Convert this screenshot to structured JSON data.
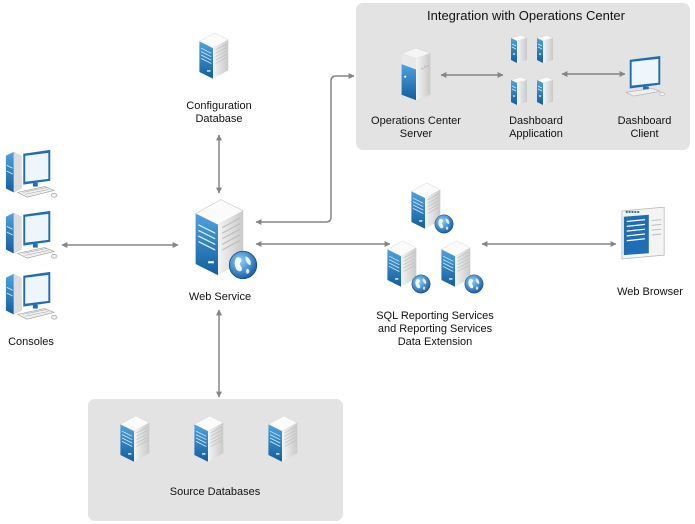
{
  "diagram": {
    "groups": {
      "integration": {
        "title": "Integration with Operations Center"
      },
      "source": {
        "title": "Source Databases"
      }
    },
    "nodes": {
      "config_db": {
        "label_line1": "Configuration",
        "label_line2": "Database",
        "icon": "server-database-icon"
      },
      "web_service": {
        "label": "Web Service",
        "icon": "server-globe-icon"
      },
      "consoles": {
        "label": "Consoles",
        "icon": "desktop-computer-icon",
        "count": 3
      },
      "sql_reporting": {
        "label_line1": "SQL Reporting Services",
        "label_line2": "and Reporting Services",
        "label_line3": "Data Extension",
        "icon": "server-globe-icon",
        "count": 3
      },
      "web_browser": {
        "label": "Web Browser",
        "icon": "web-browser-icon"
      },
      "ops_center_server": {
        "label_line1": "Operations Center",
        "label_line2": "Server",
        "icon": "tower-server-icon"
      },
      "dashboard_app": {
        "label_line1": "Dashboard",
        "label_line2": "Application",
        "icon": "small-server-icon",
        "count": 4
      },
      "dashboard_client": {
        "label_line1": "Dashboard",
        "label_line2": "Client",
        "icon": "monitor-icon"
      },
      "source_dbs": {
        "icon": "server-database-icon",
        "count": 3
      }
    },
    "connections": [
      {
        "from": "web_service",
        "to": "config_db",
        "type": "bidirectional"
      },
      {
        "from": "web_service",
        "to": "consoles",
        "type": "bidirectional"
      },
      {
        "from": "web_service",
        "to": "integration",
        "type": "bidirectional"
      },
      {
        "from": "web_service",
        "to": "sql_reporting",
        "type": "bidirectional"
      },
      {
        "from": "web_service",
        "to": "source_dbs",
        "type": "bidirectional"
      },
      {
        "from": "sql_reporting",
        "to": "web_browser",
        "type": "bidirectional"
      },
      {
        "from": "ops_center_server",
        "to": "dashboard_app",
        "type": "bidirectional"
      },
      {
        "from": "dashboard_app",
        "to": "dashboard_client",
        "type": "bidirectional"
      }
    ],
    "colors": {
      "accent_blue": "#1f6db5",
      "arrow_gray": "#858585",
      "group_bg": "#e3e3e3"
    }
  }
}
